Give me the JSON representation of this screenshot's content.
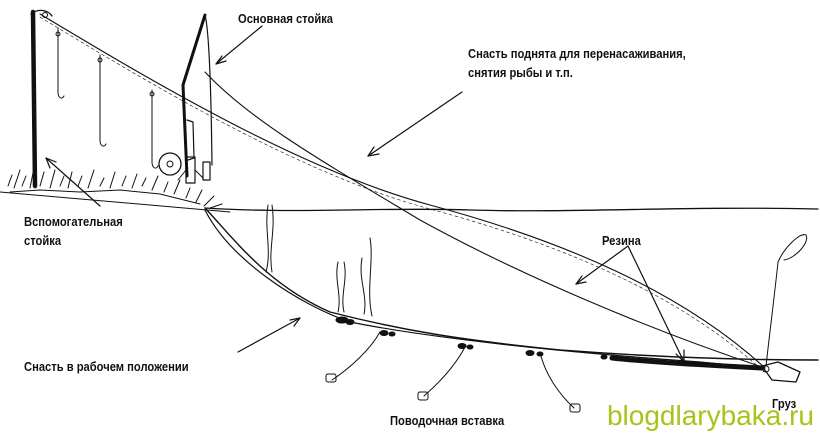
{
  "labels": {
    "main_stand": "Основная стойка",
    "raised_line_1": "Снасть поднята для перенасаживания,",
    "raised_line_2": "снятия рыбы и т.п.",
    "aux_stand_1": "Вспомогательная",
    "aux_stand_2": "стойка",
    "rubber": "Резина",
    "working_position": "Снасть в рабочем положении",
    "leader_insert": "Поводочная вставка",
    "weight": "Груз"
  },
  "watermark": "blogdlarybaka.ru",
  "colors": {
    "ink": "#111111",
    "watermark": "#a6c51c",
    "background": "#ffffff"
  }
}
